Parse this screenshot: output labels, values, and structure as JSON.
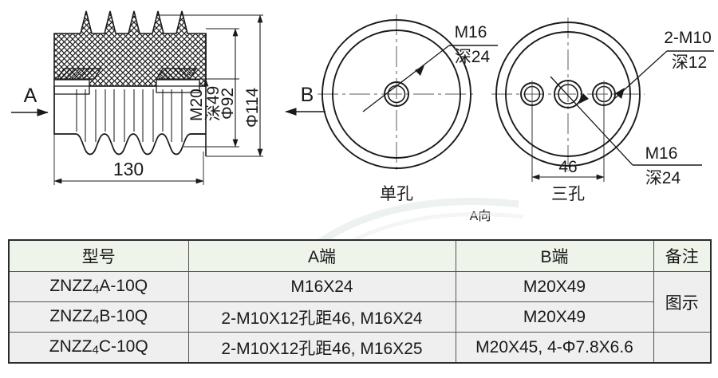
{
  "drawing": {
    "title_note": "A向",
    "section_arrow_a": "A",
    "section_arrow_b": "B",
    "side_view": {
      "length_dim": "130",
      "thread_label": "M20",
      "thread_depth": "深49",
      "diameter_inner": "Φ92",
      "diameter_outer": "Φ114"
    },
    "view_single_hole": {
      "caption": "单孔",
      "callout_thread": "M16",
      "callout_depth": "深24"
    },
    "view_three_hole": {
      "caption": "三孔",
      "callout_top_thread": "2-M10",
      "callout_top_depth": "深12",
      "callout_bottom_thread": "M16",
      "callout_bottom_depth": "深24",
      "hole_spacing_dim": "46"
    }
  },
  "table": {
    "headers": [
      "型号",
      "A端",
      "B端",
      "备注"
    ],
    "rows": [
      {
        "model_prefix": "ZNZZ",
        "model_sub": "4",
        "model_suffix": "A-10Q",
        "a_end": "M16X24",
        "b_end": "M20X49",
        "remark": "图示"
      },
      {
        "model_prefix": "ZNZZ",
        "model_sub": "4",
        "model_suffix": "B-10Q",
        "a_end": "2-M10X12孔距46, M16X24",
        "b_end": "M20X49",
        "remark": ""
      },
      {
        "model_prefix": "ZNZZ",
        "model_sub": "4",
        "model_suffix": "C-10Q",
        "a_end": "2-M10X12孔距46, M16X25",
        "b_end": "M20X45, 4-Φ7.8X6.6",
        "remark": ""
      }
    ]
  },
  "colors": {
    "line": "#1a1a1a",
    "header_bg": "#eef4ea",
    "row_bg": "#efefef",
    "border": "#2b2b2b",
    "page_bg": "#ffffff"
  }
}
